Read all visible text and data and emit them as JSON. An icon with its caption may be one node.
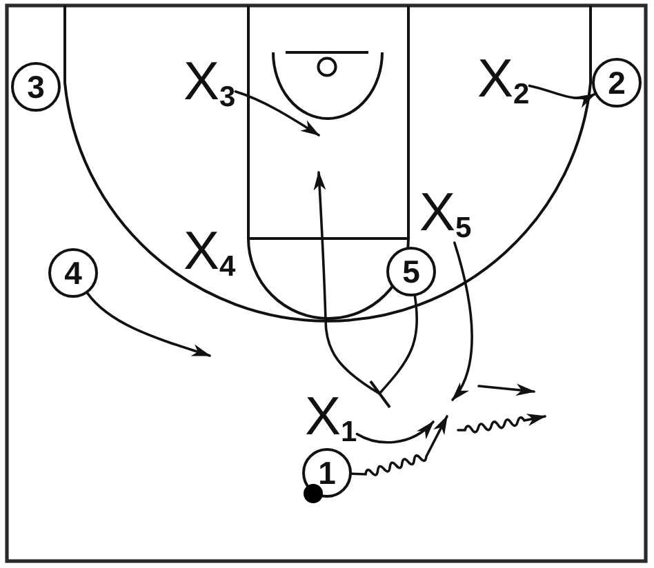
{
  "diagram": {
    "nodes": [
      {
        "text": [
          "3"
        ]
      },
      {
        "text": [
          "X$_{3}$"
        ]
      },
      {
        "text": [
          "X$_{2}$"
        ]
      },
      {
        "text": [
          "2"
        ]
      },
      {
        "text": [
          "X$_{5}$"
        ]
      },
      {
        "text": [
          "X$_{4}$"
        ]
      },
      {
        "text": [
          "4"
        ]
      },
      {
        "text": [
          "5"
        ]
      },
      {
        "text": [],
        "shape": "bar"
      },
      {
        "text": [
          "X$_{1}$"
        ]
      },
      {
        "text": [
          "1"
        ]
      }
    ],
    "edges": [
      {
        "from": 1,
        "to": null,
        "arrow": "to"
      },
      {
        "from": 2,
        "to": 3,
        "arrow": "to"
      },
      {
        "from": 6,
        "to": null,
        "arrow": "to"
      },
      {
        "from": 7,
        "to": 8,
        "arrow": "none"
      },
      {
        "from": 8,
        "to": null,
        "arrow": "to"
      },
      {
        "from": 4,
        "to": null,
        "arrow": "to"
      },
      {
        "from": 9,
        "to": null,
        "arrow": "to"
      },
      {
        "from": 10,
        "to": null,
        "arrow": "to"
      }
    ]
  }
}
